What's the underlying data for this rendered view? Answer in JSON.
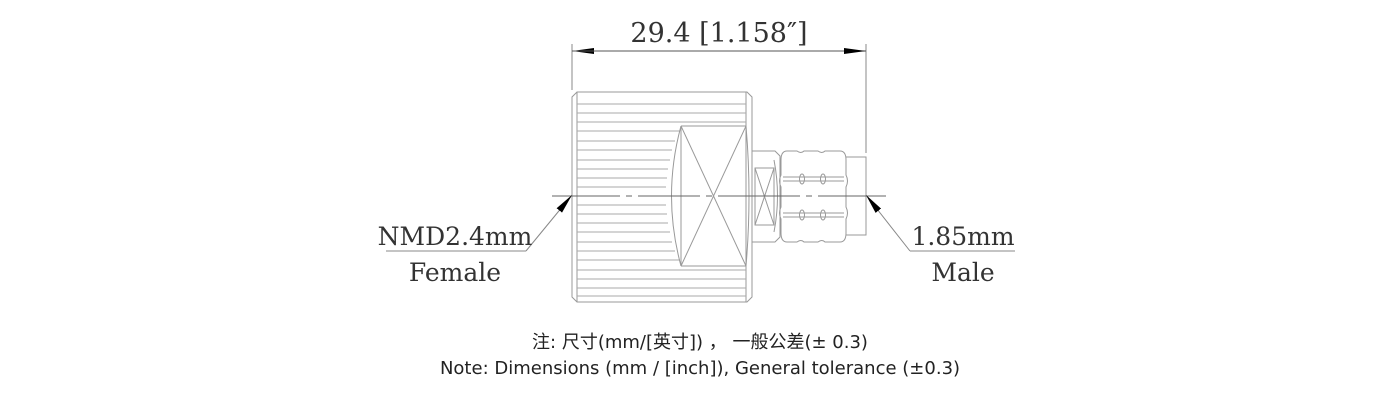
{
  "drawing": {
    "overall_length_label": "29.4 [1.158″]",
    "left_connector": {
      "type_label": "NMD2.4mm",
      "gender_label": "Female"
    },
    "right_connector": {
      "type_label": "1.85mm",
      "gender_label": "Male"
    },
    "colors": {
      "line": "#888888",
      "dim_line": "#555555",
      "text": "#333333",
      "arrow": "#000000"
    }
  },
  "notes": {
    "chinese": "注: 尺寸(mm/[英寸]) ， 一般公差(± 0.3)",
    "english": "Note: Dimensions (mm / [inch]), General tolerance (±0.3)"
  }
}
